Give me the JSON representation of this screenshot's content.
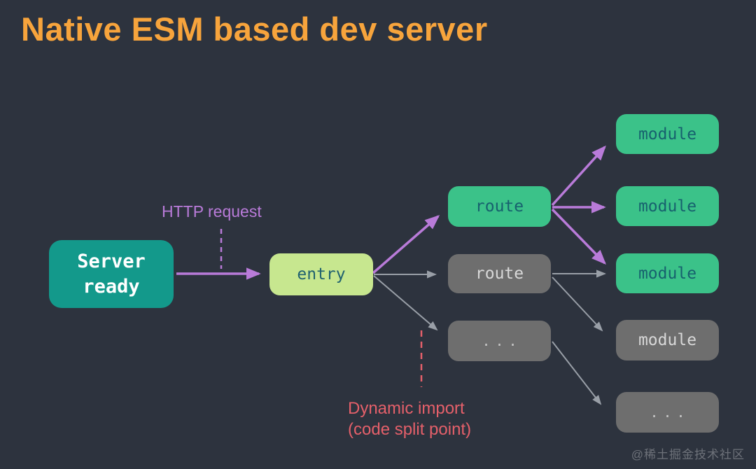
{
  "title": "Native ESM based dev server",
  "annotations": {
    "http_request": "HTTP request",
    "dynamic_import": "Dynamic import\n(code split point)"
  },
  "nodes": [
    {
      "id": "server-ready",
      "label": "Server\nready",
      "type": "teal"
    },
    {
      "id": "entry",
      "label": "entry",
      "type": "light-green"
    },
    {
      "id": "route-active",
      "label": "route",
      "type": "green"
    },
    {
      "id": "route-inactive",
      "label": "route",
      "type": "gray"
    },
    {
      "id": "routes-more",
      "label": "...",
      "type": "gray"
    },
    {
      "id": "module-1",
      "label": "module",
      "type": "green"
    },
    {
      "id": "module-2",
      "label": "module",
      "type": "green"
    },
    {
      "id": "module-3",
      "label": "module",
      "type": "green"
    },
    {
      "id": "module-4",
      "label": "module",
      "type": "gray"
    },
    {
      "id": "modules-more",
      "label": "...",
      "type": "gray"
    }
  ],
  "edges": [
    {
      "from": "server-ready",
      "to": "entry",
      "style": "purple"
    },
    {
      "from": "entry",
      "to": "route-active",
      "style": "purple"
    },
    {
      "from": "entry",
      "to": "route-inactive",
      "style": "gray"
    },
    {
      "from": "entry",
      "to": "routes-more",
      "style": "gray"
    },
    {
      "from": "route-active",
      "to": "module-1",
      "style": "purple"
    },
    {
      "from": "route-active",
      "to": "module-2",
      "style": "purple"
    },
    {
      "from": "route-active",
      "to": "module-3",
      "style": "purple"
    },
    {
      "from": "route-inactive",
      "to": "module-3",
      "style": "gray"
    },
    {
      "from": "route-inactive",
      "to": "module-4",
      "style": "gray"
    },
    {
      "from": "routes-more",
      "to": "modules-more",
      "style": "gray"
    }
  ],
  "colors": {
    "background": "#2d333e",
    "title_orange": "#f7a43c",
    "server_teal": "#13998b",
    "entry_light_green": "#c7e78f",
    "active_green": "#3bc289",
    "inactive_gray": "#6e6e6e",
    "purple_accent": "#b97bd9",
    "gray_arrow": "#999fa7",
    "red_accent": "#e5606a",
    "dark_teal_text": "#17616e"
  },
  "watermark": "@稀土掘金技术社区"
}
